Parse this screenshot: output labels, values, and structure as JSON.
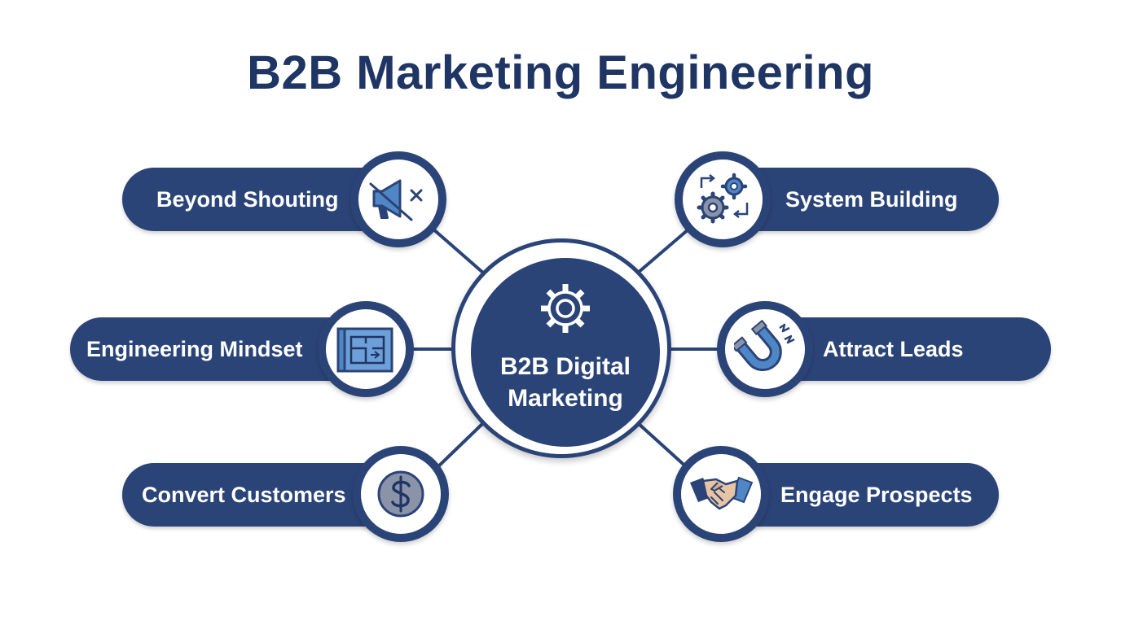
{
  "title": "B2B Marketing Engineering",
  "colors": {
    "title": "#1f3564",
    "primary": "#2b4478",
    "icon_blue": "#4f86c6",
    "icon_grey": "#8a93a8"
  },
  "hub": {
    "label_line1": "B2B Digital",
    "label_line2": "Marketing",
    "icon": "gear-icon"
  },
  "nodes": [
    {
      "id": "beyond-shouting",
      "label": "Beyond Shouting",
      "icon": "muted-megaphone-icon"
    },
    {
      "id": "engineering-mindset",
      "label": "Engineering Mindset",
      "icon": "blueprint-icon"
    },
    {
      "id": "convert-customers",
      "label": "Convert Customers",
      "icon": "dollar-coin-icon"
    },
    {
      "id": "system-building",
      "label": "System Building",
      "icon": "gears-cycle-icon"
    },
    {
      "id": "attract-leads",
      "label": "Attract Leads",
      "icon": "magnet-icon"
    },
    {
      "id": "engage-prospects",
      "label": "Engage Prospects",
      "icon": "handshake-icon"
    }
  ]
}
